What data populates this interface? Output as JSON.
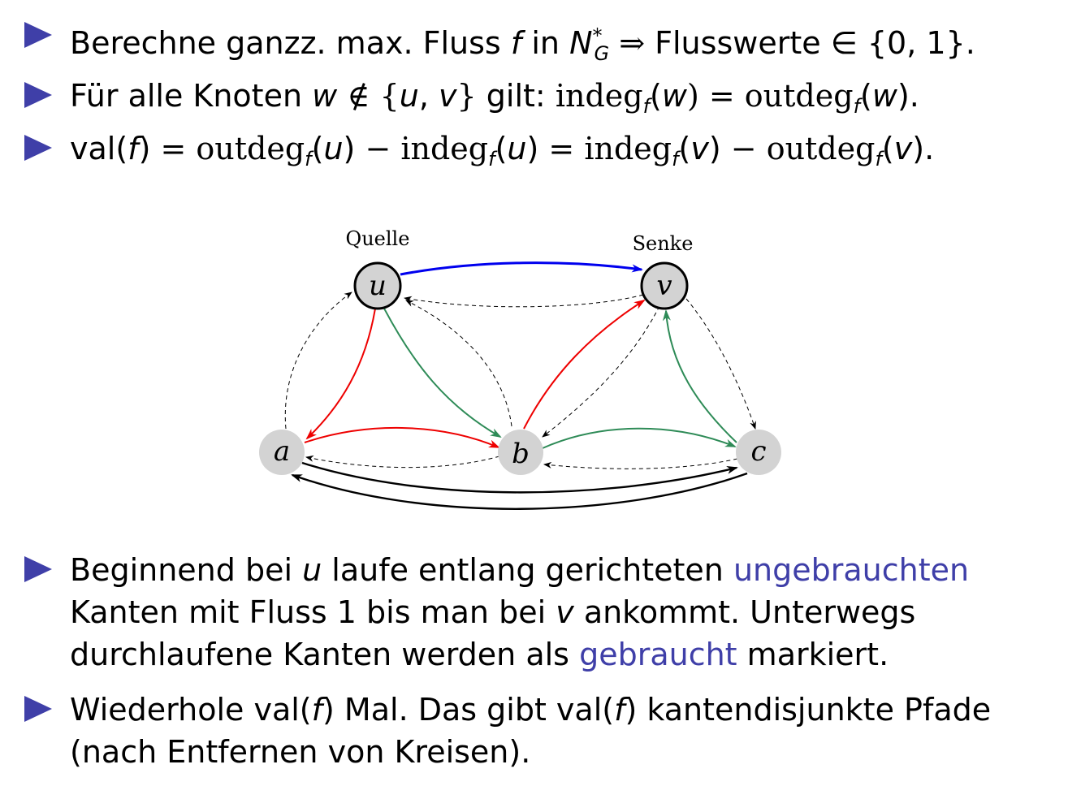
{
  "top_bullets": [
    {
      "pre": "Berechne ganzz. max. Fluss",
      "f": "f",
      "in": "in",
      "N": "N",
      "N_sup": "*",
      "N_sub": "G",
      "implies": "⇒",
      "post": "Flusswerte ∈ {0, 1}."
    },
    {
      "pre": "Für alle Knoten",
      "w": "w",
      "notin": "∉ {",
      "u": "u",
      "comma": ",",
      "v": "v",
      "close": "}",
      "gilt": "gilt:",
      "indeg": "indeg",
      "sub_f": "f",
      "open": "(",
      "w2": "w",
      "eq": ") = ",
      "outdeg": "outdeg",
      "sub_f2": "f",
      "open2": "(",
      "w3": "w",
      "end": ")."
    },
    {
      "val": "val(",
      "f": "f",
      "valclose": ")",
      "eq1": " = ",
      "outdeg": "outdeg",
      "s1": "f",
      "o1": "(",
      "u1": "u",
      "c1": ")",
      "minus1": " − ",
      "indeg": "indeg",
      "s2": "f",
      "o2": "(",
      "u2": "u",
      "c2": ")",
      "eq2": " = ",
      "indeg2": "indeg",
      "s3": "f",
      "o3": "(",
      "v1": "v",
      "c3": ")",
      "minus2": " − ",
      "outdeg2": "outdeg",
      "s4": "f",
      "o4": "(",
      "v2": "v",
      "c4": ")."
    }
  ],
  "graph": {
    "source_label": "Quelle",
    "sink_label": "Senke",
    "nodes": {
      "u": "u",
      "v": "v",
      "a": "a",
      "b": "b",
      "c": "c"
    },
    "colors": {
      "blue": "#0000ee",
      "red": "#ee0000",
      "green": "#2e8b57",
      "black": "#000000",
      "node_fill": "#d3d3d3"
    }
  },
  "bottom_bullets": [
    {
      "part1": "Beginnend bei",
      "u": "u",
      "part2": "laufe entlang gerichteten",
      "hl1": "ungebrauchten",
      "part3": "Kanten mit Fluss 1 bis man bei",
      "v": "v",
      "part4": "ankommt. Unterwegs durchlaufene Kanten werden als",
      "hl2": "gebraucht",
      "part5": "markiert."
    },
    {
      "part1": "Wiederhole val(",
      "f1": "f",
      "part2": ") Mal. Das gibt val(",
      "f2": "f",
      "part3": ") kantendisjunkte Pfade (nach Entfernen von Kreisen)."
    }
  ]
}
